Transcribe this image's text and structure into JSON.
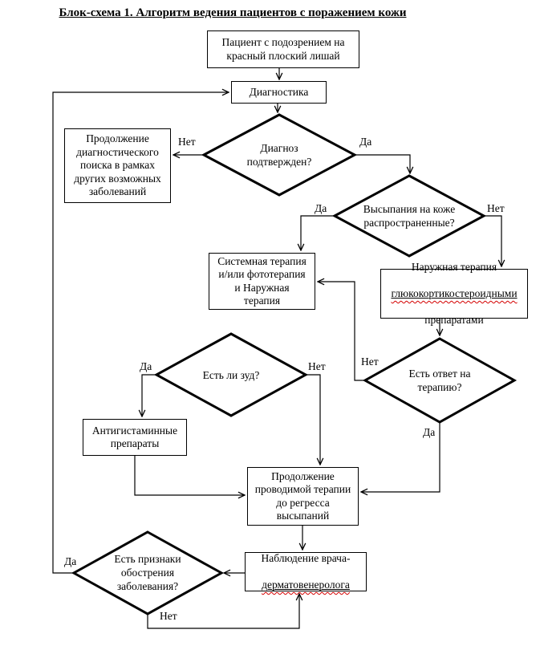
{
  "title": "Блок-схема 1. Алгоритм ведения пациентов с поражением кожи",
  "colors": {
    "line": "#000000",
    "box_border": "#000000",
    "diamond_border": "#000000",
    "background": "#ffffff",
    "spellcheck_underline": "#d40000"
  },
  "nodes": {
    "patient": {
      "lines": [
        "Пациент с подозрением на",
        "красный плоский лишай"
      ]
    },
    "diagnostics": {
      "lines": [
        "Диагностика"
      ]
    },
    "continue_search": {
      "lines": [
        "Продолжение",
        "диагностического",
        "поиска в рамках",
        "других возможных",
        "заболеваний"
      ]
    },
    "confirmed": {
      "lines": [
        "Диагноз",
        "подтвержден?"
      ]
    },
    "widespread": {
      "lines": [
        "Высыпания на коже",
        "распространенные?"
      ]
    },
    "systemic": {
      "lines": [
        "Системная терапия",
        "и/или фототерапия",
        "и Наружная",
        "терапия"
      ]
    },
    "external": {
      "line1": "Наружная терапия",
      "line2": "глюкокортикостероидными",
      "line3": "препаратами"
    },
    "itch": {
      "lines": [
        "Есть ли зуд?"
      ]
    },
    "response": {
      "lines": [
        "Есть ответ на",
        "терапию?"
      ]
    },
    "antihistamine": {
      "lines": [
        "Антигистаминные",
        "препараты"
      ]
    },
    "continue_therapy": {
      "lines": [
        "Продолжение",
        "проводимой терапии",
        "до регресса",
        "высыпаний"
      ]
    },
    "observation": {
      "line1": "Наблюдение врача-",
      "line2": "дерматовенеролога"
    },
    "exacerbation": {
      "lines": [
        "Есть признаки",
        "обострения",
        "заболевания?"
      ]
    }
  },
  "edge_labels": {
    "yes": "Да",
    "no": "Нет"
  }
}
